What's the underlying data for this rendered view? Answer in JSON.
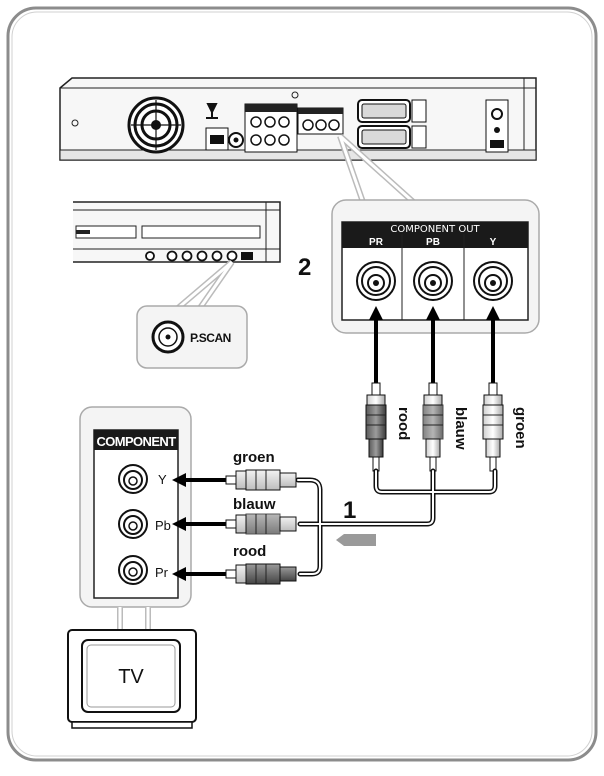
{
  "labels": {
    "component_out": "COMPONENT OUT",
    "pr": "PR",
    "pb": "PB",
    "y": "Y",
    "component": "COMPONENT",
    "tv_y": "Y",
    "tv_pb": "Pb",
    "tv_pr": "Pr",
    "pscan": "P.SCAN",
    "tv": "TV",
    "step1": "1",
    "step2": "2"
  },
  "cables": {
    "green": "groen",
    "blue": "blauw",
    "red": "rood"
  },
  "colors": {
    "frame_border": "#8c8c8c",
    "panel_fill": "#f4f4f4",
    "component_header": "#1a1a1a",
    "arrow": "#000000",
    "plug_dark": "#555555",
    "plug_light": "#dddddd"
  }
}
